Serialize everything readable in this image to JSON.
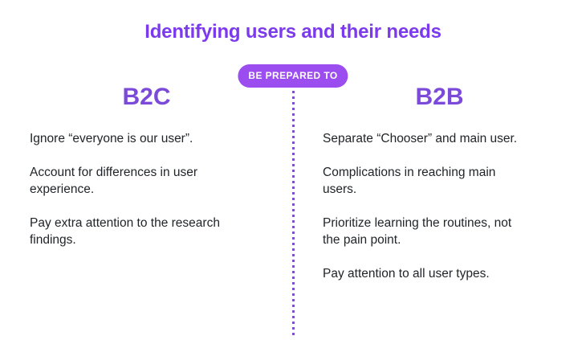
{
  "page": {
    "title": "Identifying users and their needs",
    "badge": "BE PREPARED TO"
  },
  "columns": {
    "left": {
      "heading": "B2C",
      "items": [
        "Ignore “everyone is our user”.",
        "Account for differences in user\nexperience.",
        "Pay extra attention to the research\nfindings."
      ]
    },
    "right": {
      "heading": "B2B",
      "items": [
        "Separate “Chooser” and main user.",
        "Complications in reaching main\nusers.",
        "Prioritize learning the routines, not\nthe pain point.",
        "Pay attention to all user types."
      ]
    }
  },
  "colors": {
    "background": "#FFFFFF",
    "title": "#7C3AED",
    "column_heading": "#7C4AD9",
    "badge_background": "#9B4DF0",
    "badge_text": "#FFFFFF",
    "divider_dots": "#7E52CC",
    "body_text": "#212529"
  }
}
